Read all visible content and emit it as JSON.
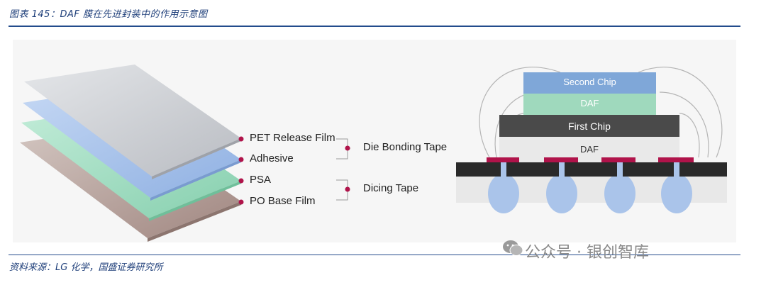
{
  "header": {
    "caption": "图表 145：DAF 膜在先进封装中的作用示意图"
  },
  "film_stack": {
    "layers": [
      {
        "label": "PET Release Film",
        "color": "#d0d3d8"
      },
      {
        "label": "Adhesive",
        "color": "#a9c4ec"
      },
      {
        "label": "PSA",
        "color": "#9fdcc0"
      },
      {
        "label": "PO Base Film",
        "color": "#b9a59f"
      }
    ],
    "groups": [
      {
        "label": "Die Bonding Tape"
      },
      {
        "label": "Dicing Tape"
      }
    ],
    "marker_color": "#b0134a"
  },
  "package": {
    "second_chip": "Second Chip",
    "daf_top": "DAF",
    "first_chip": "First Chip",
    "daf_bottom": "DAF",
    "colors": {
      "second_chip": "#7fa7d8",
      "daf": "#9fd9bd",
      "first_chip": "#4a4a4a",
      "substrate": "#2a2a2a",
      "pad": "#b0134a",
      "bump": "#aac4ea"
    }
  },
  "footer": {
    "source": "资料来源：LG 化学，国盛证券研究所",
    "watermark": "公众号 · 银创智库"
  }
}
